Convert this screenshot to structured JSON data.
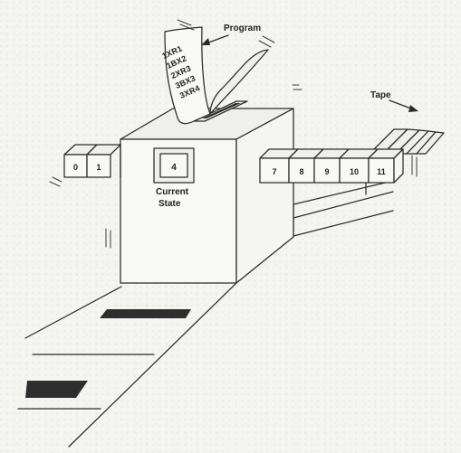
{
  "labels": {
    "program": "Program",
    "tape": "Tape",
    "current_state_line1": "Current",
    "current_state_line2": "State"
  },
  "state": "4",
  "program_lines": [
    "1XR1",
    "1BX2",
    "2XR3",
    "3BX3",
    "3XR4"
  ],
  "tape_left": [
    "0",
    "1"
  ],
  "tape_right": [
    "7",
    "8",
    "9",
    "10",
    "11"
  ]
}
